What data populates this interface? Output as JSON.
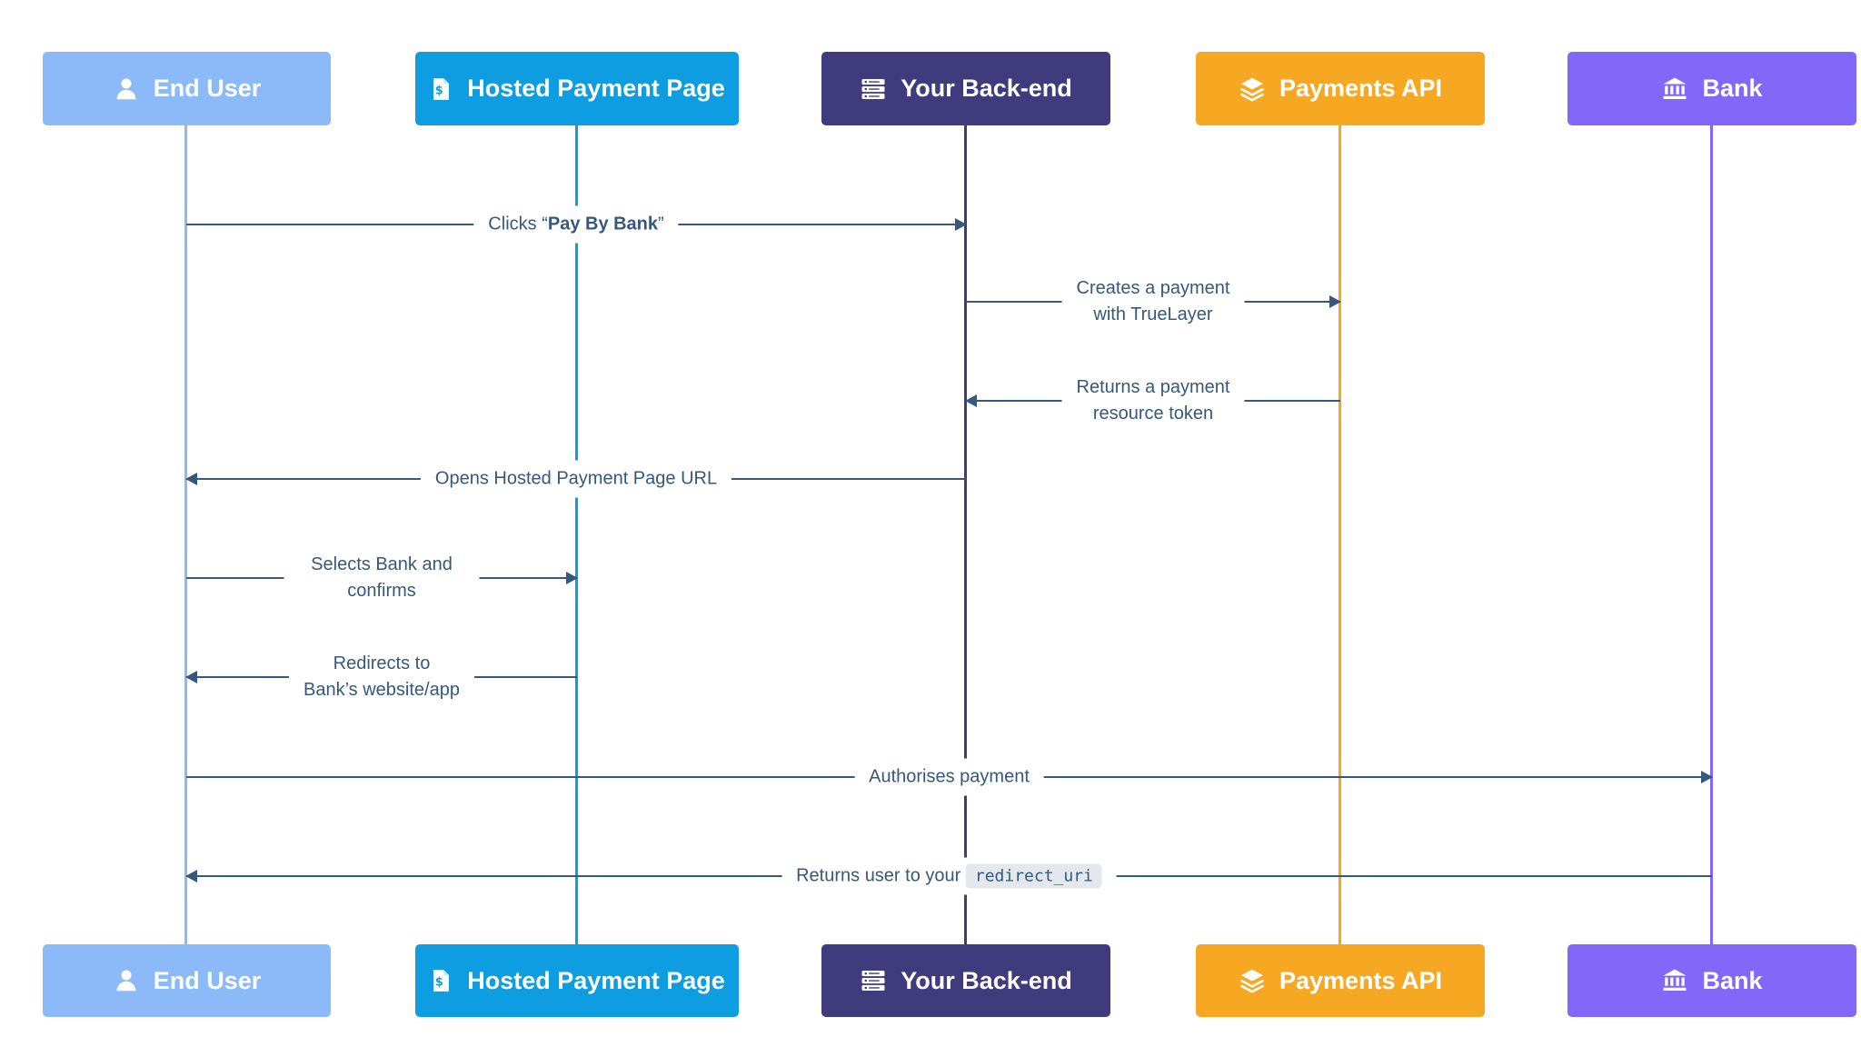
{
  "diagram": {
    "type": "sequence",
    "background": "#FFFFFF",
    "arrow_color": "#35587C",
    "code_chip_background": "#E4E7EB",
    "actors": [
      {
        "id": "end-user",
        "label": "End User",
        "icon": "user-icon",
        "color": "#8CBAF8"
      },
      {
        "id": "hosted-payment-page",
        "label": "Hosted Payment Page",
        "icon": "invoice-dollar-icon",
        "color": "#0D9DE0"
      },
      {
        "id": "your-back-end",
        "label": "Your Back-end",
        "icon": "server-icon",
        "color": "#3F3B7D"
      },
      {
        "id": "payments-api",
        "label": "Payments API",
        "icon": "layers-icon",
        "color": "#F7A823"
      },
      {
        "id": "bank",
        "label": "Bank",
        "icon": "bank-icon",
        "color": "#8168F8"
      }
    ],
    "messages": [
      {
        "from": "end-user",
        "to": "your-back-end",
        "direction": "right",
        "label_prefix": "Clicks “",
        "label_bold": "Pay By Bank",
        "label_suffix": "”"
      },
      {
        "from": "your-back-end",
        "to": "payments-api",
        "direction": "right",
        "label": "Creates a payment\nwith TrueLayer"
      },
      {
        "from": "payments-api",
        "to": "your-back-end",
        "direction": "left",
        "label": "Returns a payment\nresource token"
      },
      {
        "from": "your-back-end",
        "to": "end-user",
        "direction": "left",
        "label": "Opens Hosted Payment Page URL"
      },
      {
        "from": "end-user",
        "to": "hosted-payment-page",
        "direction": "right",
        "label": "Selects Bank and confirms"
      },
      {
        "from": "hosted-payment-page",
        "to": "end-user",
        "direction": "left",
        "label": "Redirects to\nBank’s website/app"
      },
      {
        "from": "end-user",
        "to": "bank",
        "direction": "right",
        "label": "Authorises payment"
      },
      {
        "from": "bank",
        "to": "end-user",
        "direction": "left",
        "label_prefix": "Returns user to your ",
        "label_code": "redirect_uri"
      }
    ]
  }
}
